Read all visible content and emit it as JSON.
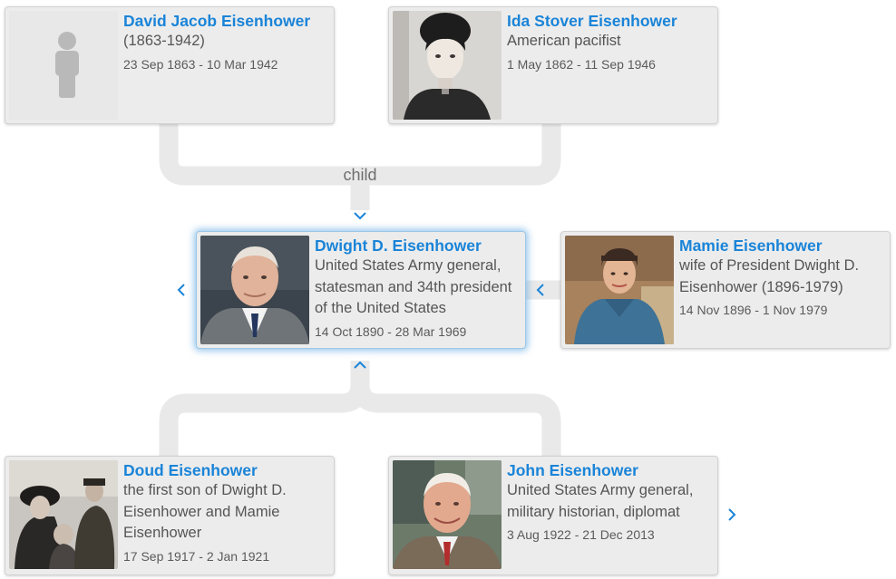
{
  "link_label": "child",
  "colors": {
    "accent": "#1a84d8",
    "card_bg": "#ececec",
    "connector": "#e9e9e9",
    "focus_glow": "#5aa5e1"
  },
  "parents": [
    {
      "name": "David Jacob Eisenhower",
      "description": "(1863-1942)",
      "dates": "23 Sep 1863 - 10 Mar 1942",
      "photo": "placeholder-person-icon"
    },
    {
      "name": "Ida Stover Eisenhower",
      "description": "American pacifist",
      "dates": "1 May 1862 - 11 Sep 1946",
      "photo": "portrait-photo"
    }
  ],
  "focus": {
    "name": "Dwight D. Eisenhower",
    "description": "United States Army general, statesman and 34th president of the United States",
    "dates": "14 Oct 1890 - 28 Mar 1969"
  },
  "spouse": {
    "name": "Mamie Eisenhower",
    "description": "wife of President Dwight D. Eisenhower (1896-1979)",
    "dates": "14 Nov 1896 - 1 Nov 1979"
  },
  "children": [
    {
      "name": "Doud Eisenhower",
      "description": "the first son of Dwight D. Eisenhower and Mamie Eisenhower",
      "dates": "17 Sep 1917 - 2 Jan 1921"
    },
    {
      "name": "John Eisenhower",
      "description": "United States Army general, military historian, diplomat",
      "dates": "3 Aug 1922 - 21 Dec 2013"
    }
  ],
  "navigation": {
    "expand_parents": "chevron-down-icon",
    "expand_children": "chevron-up-icon",
    "previous_sibling": "chevron-left-icon",
    "spouse_link": "chevron-left-icon",
    "next_sibling": "chevron-right-icon"
  }
}
